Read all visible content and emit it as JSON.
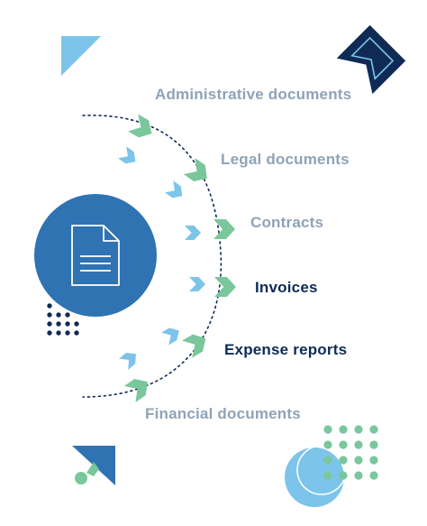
{
  "colors": {
    "primary_blue": "#2f73b3",
    "light_blue": "#7cc4ea",
    "green": "#79c79a",
    "navy": "#0f2b55",
    "muted_label": "#8fa3b6"
  },
  "central_icon": "document-icon",
  "categories": [
    {
      "label": "Administrative documents",
      "emphasis": false
    },
    {
      "label": "Legal documents",
      "emphasis": false
    },
    {
      "label": "Contracts",
      "emphasis": false
    },
    {
      "label": "Invoices",
      "emphasis": true
    },
    {
      "label": "Expense reports",
      "emphasis": true
    },
    {
      "label": "Financial documents",
      "emphasis": false
    }
  ]
}
